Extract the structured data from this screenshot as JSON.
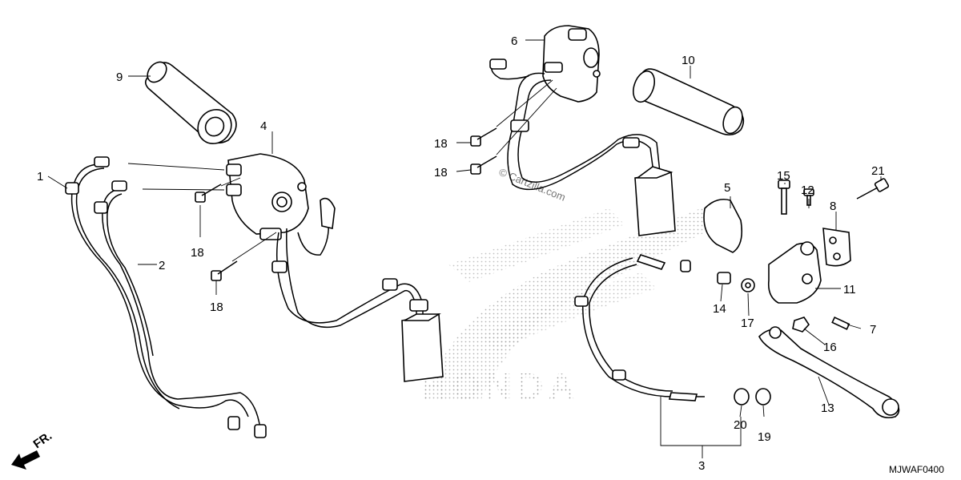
{
  "diagram": {
    "watermark_text": "© Cartzilla.com",
    "background_logo_text": "HONDA",
    "figure_code": "MJWAF0400",
    "direction_marker": "FR.",
    "callouts": [
      {
        "id": "c1",
        "label": "1"
      },
      {
        "id": "c2",
        "label": "2"
      },
      {
        "id": "c3",
        "label": "3"
      },
      {
        "id": "c4",
        "label": "4"
      },
      {
        "id": "c5",
        "label": "5"
      },
      {
        "id": "c6",
        "label": "6"
      },
      {
        "id": "c7",
        "label": "7"
      },
      {
        "id": "c8",
        "label": "8"
      },
      {
        "id": "c9",
        "label": "9"
      },
      {
        "id": "c10",
        "label": "10"
      },
      {
        "id": "c11",
        "label": "11"
      },
      {
        "id": "c12",
        "label": "12"
      },
      {
        "id": "c13",
        "label": "13"
      },
      {
        "id": "c14",
        "label": "14"
      },
      {
        "id": "c15",
        "label": "15"
      },
      {
        "id": "c16",
        "label": "16"
      },
      {
        "id": "c17",
        "label": "17"
      },
      {
        "id": "c18a",
        "label": "18"
      },
      {
        "id": "c18b",
        "label": "18"
      },
      {
        "id": "c18c",
        "label": "18"
      },
      {
        "id": "c18d",
        "label": "18"
      },
      {
        "id": "c19",
        "label": "19"
      },
      {
        "id": "c20",
        "label": "20"
      },
      {
        "id": "c21",
        "label": "21"
      }
    ]
  }
}
